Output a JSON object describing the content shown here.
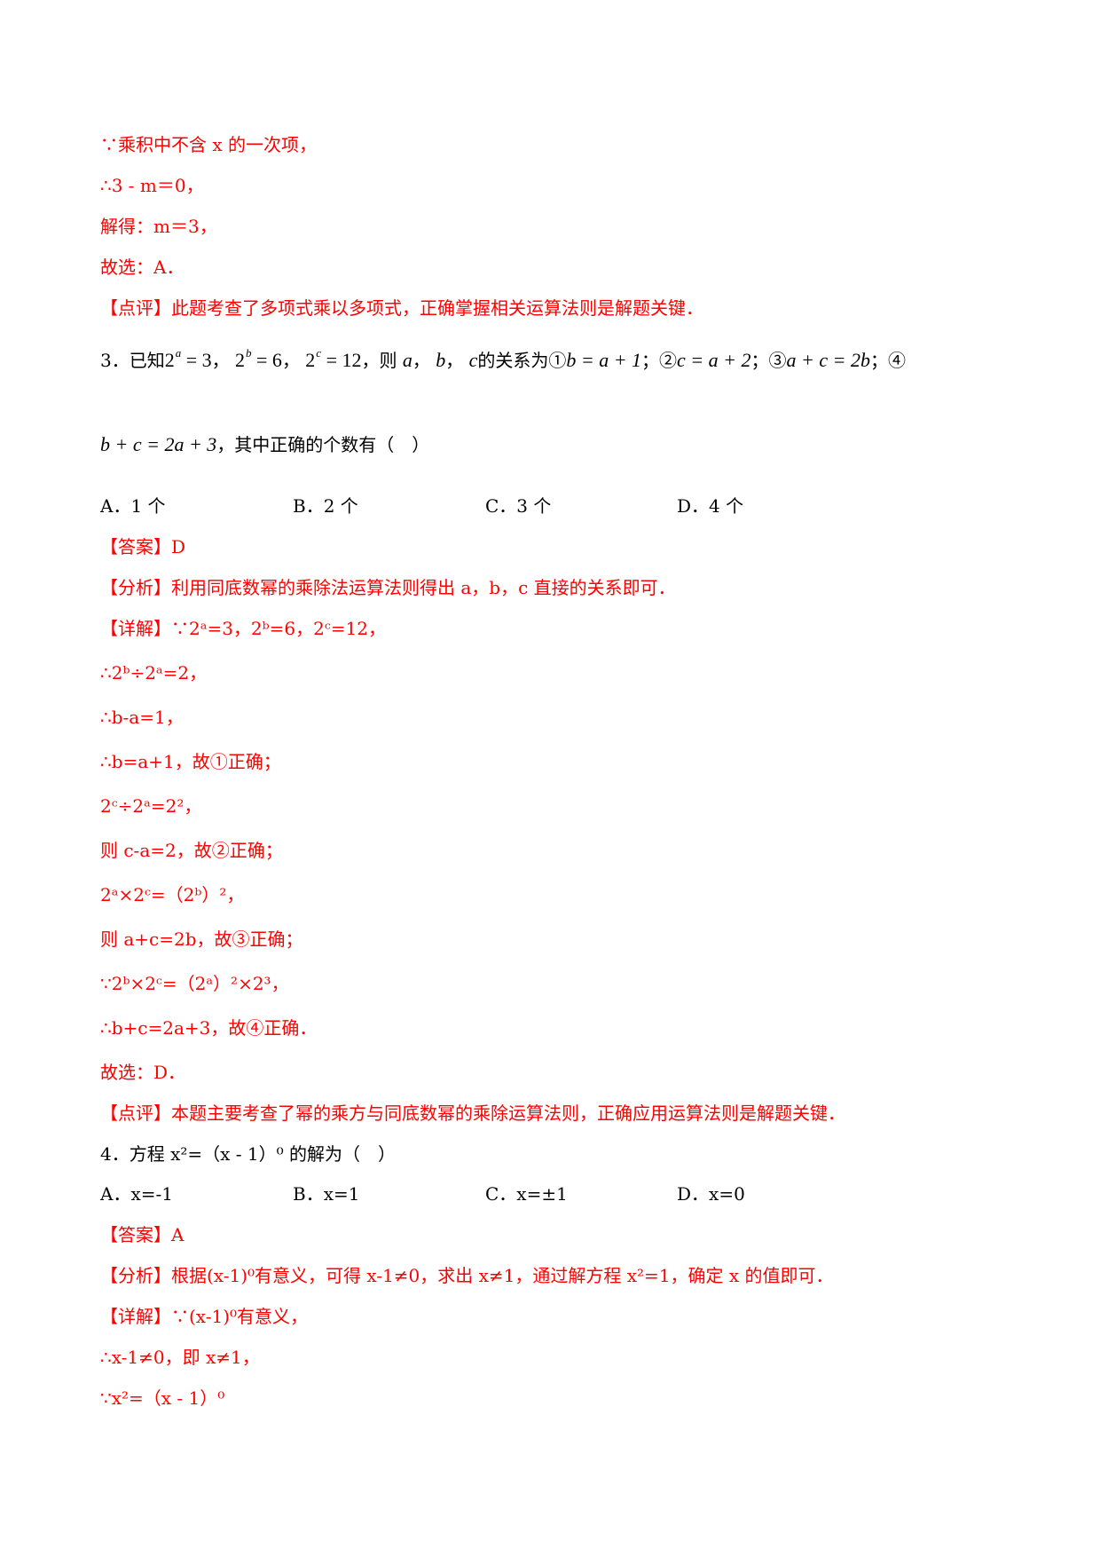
{
  "solution_top": [
    "∵乘积中不含 x 的一次项，",
    "∴3 - m＝0，",
    "解得：m＝3，",
    "故选：A．"
  ],
  "review_2": "【点评】此题考查了多项式乘以多项式，正确掌握相关运算法则是解题关键．",
  "q3": {
    "number": "3．已知",
    "e1_base": "2",
    "e1_exp": "a",
    "e1_rhs": " = 3",
    "e2_base": "2",
    "e2_exp": "b",
    "e2_rhs": " = 6",
    "e3_base": "2",
    "e3_exp": "c",
    "e3_rhs": " = 12",
    "sep": "，",
    "then": "，则",
    "var_a": "a",
    "var_b": "b",
    "var_c": "c",
    "relation": "的关系为①",
    "s1": "b = a + 1",
    "c2": "；②",
    "s2": "c = a + 2",
    "c3": "；③",
    "s3": "a + c = 2b",
    "c4": "；④",
    "s4": "b + c = 2a + 3",
    "tail": "，其中正确的个数有（　）",
    "options": [
      "A．1 个",
      "B．2 个",
      "C．3 个",
      "D．4 个"
    ]
  },
  "q3_answer": "【答案】D",
  "q3_analysis": "【分析】利用同底数幂的乘除法运算法则得出 a，b，c 直接的关系即可．",
  "q3_detail": [
    "【详解】∵2ᵃ=3，2ᵇ=6，2ᶜ=12，",
    "∴2ᵇ÷2ᵃ=2，",
    "∴b-a=1，",
    "∴b=a+1，故①正确；",
    "2ᶜ÷2ᵃ=2²，",
    "则 c-a=2，故②正确；",
    "2ᵃ×2ᶜ=（2ᵇ）²，",
    "则 a+c=2b，故③正确；",
    "∵2ᵇ×2ᶜ=（2ᵃ）²×2³，",
    "∴b+c=2a+3，故④正确．",
    "故选：D．"
  ],
  "review_3": "【点评】本题主要考查了幂的乘方与同底数幂的乘除运算法则，正确应用运算法则是解题关键．",
  "q4": {
    "stem": "4．方程 x²=（x - 1）⁰ 的解为（　）",
    "options": [
      "A．x=-1",
      "B．x=1",
      "C．x=±1",
      "D．x=0"
    ]
  },
  "q4_answer": "【答案】A",
  "q4_analysis": "【分析】根据(x-1)⁰有意义，可得 x-1≠0，求出 x≠1，通过解方程 x²=1，确定 x 的值即可．",
  "q4_detail": [
    "【详解】∵(x-1)⁰有意义，",
    "∴x-1≠0，即 x≠1，",
    "∵x²=（x - 1）⁰"
  ]
}
